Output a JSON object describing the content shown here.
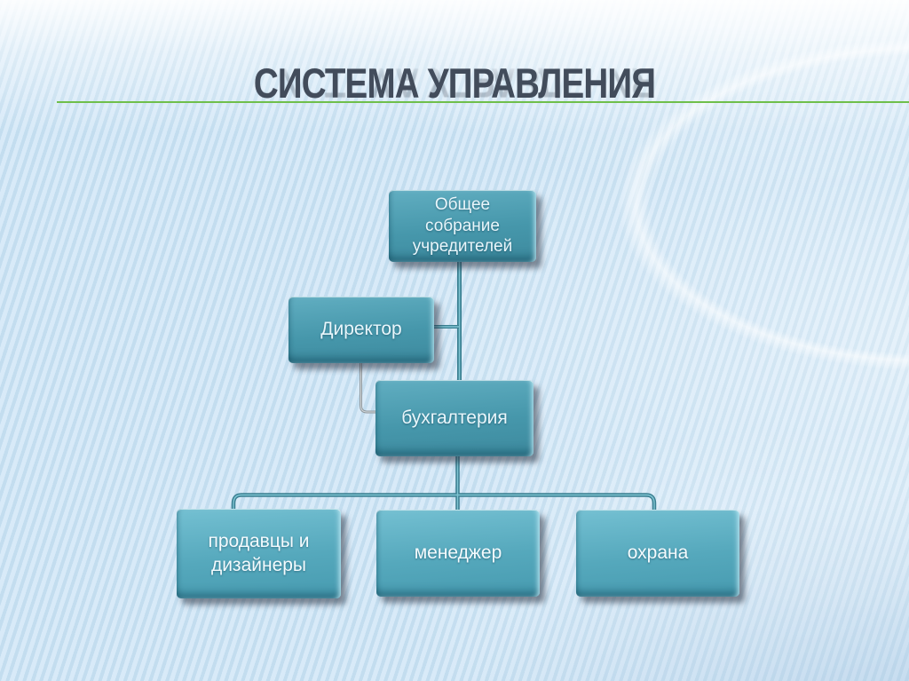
{
  "slide": {
    "title": "СИСТЕМА УПРАВЛЕНИЯ",
    "colors": {
      "title_text": "#424C5B",
      "accent_line": "#6FBF4B",
      "background": "#CBE2F2",
      "node_fill": "#4697AB",
      "node_fill_lower": "#55A8BC",
      "node_text": "#E9F6FB",
      "connector": "#3A7F91",
      "elbow_connector": "#8F979C"
    }
  },
  "org_chart": {
    "type": "org-hierarchy",
    "nodes": [
      {
        "id": "founders",
        "label": "Общее собрание учредителей",
        "level": 1
      },
      {
        "id": "director",
        "label": "Директор",
        "level": 2
      },
      {
        "id": "accounting",
        "label": "бухгалтерия",
        "level": 3
      },
      {
        "id": "sellers_designers",
        "label": "продавцы и дизайнеры",
        "level": 4
      },
      {
        "id": "manager",
        "label": "менеджер",
        "level": 4
      },
      {
        "id": "security",
        "label": "охрана",
        "level": 4
      }
    ],
    "edges": [
      {
        "from": "founders",
        "to": "accounting"
      },
      {
        "from": "director",
        "to": "accounting"
      },
      {
        "from": "accounting",
        "to": "sellers_designers"
      },
      {
        "from": "accounting",
        "to": "manager"
      },
      {
        "from": "accounting",
        "to": "security"
      }
    ]
  }
}
